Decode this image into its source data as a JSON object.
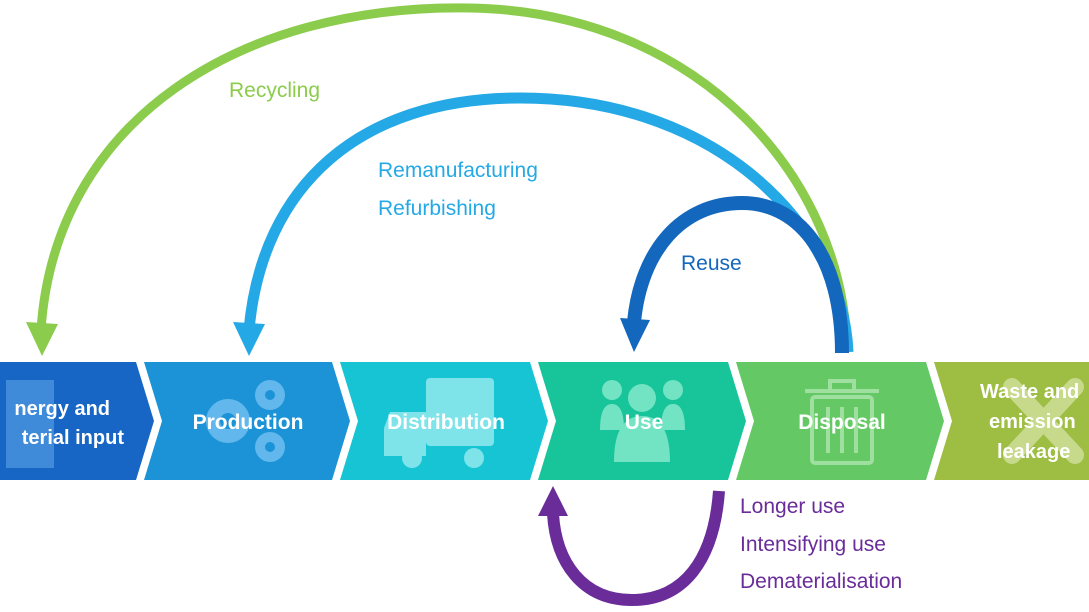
{
  "steps": [
    {
      "id": "energy",
      "lines": [
        "nergy and",
        "terial input"
      ],
      "color": "#1765c4",
      "icon": "factory-icon"
    },
    {
      "id": "production",
      "lines": [
        "Production"
      ],
      "color": "#1b93d6",
      "icon": "gears-icon"
    },
    {
      "id": "distribution",
      "lines": [
        "Distribution"
      ],
      "color": "#16c4d4",
      "icon": "truck-icon"
    },
    {
      "id": "use",
      "lines": [
        "Use"
      ],
      "color": "#18c59a",
      "icon": "people-icon"
    },
    {
      "id": "disposal",
      "lines": [
        "Disposal"
      ],
      "color": "#64c865",
      "icon": "trash-icon"
    },
    {
      "id": "waste",
      "lines": [
        "Waste and",
        "emission",
        "leakage"
      ],
      "color": "#9dbd43",
      "icon": "cross-icon"
    }
  ],
  "loops": {
    "recycling": {
      "label": "Recycling",
      "color": "#8ccc4c"
    },
    "remanufacturing": {
      "labels": [
        "Remanufacturing",
        "Refurbishing"
      ],
      "color": "#25a9e6"
    },
    "reuse": {
      "label": "Reuse",
      "color": "#1367bd"
    },
    "longer_use": {
      "labels": [
        "Longer use",
        "Intensifying use",
        "Dematerialisation"
      ],
      "color": "#6a2c99"
    }
  }
}
